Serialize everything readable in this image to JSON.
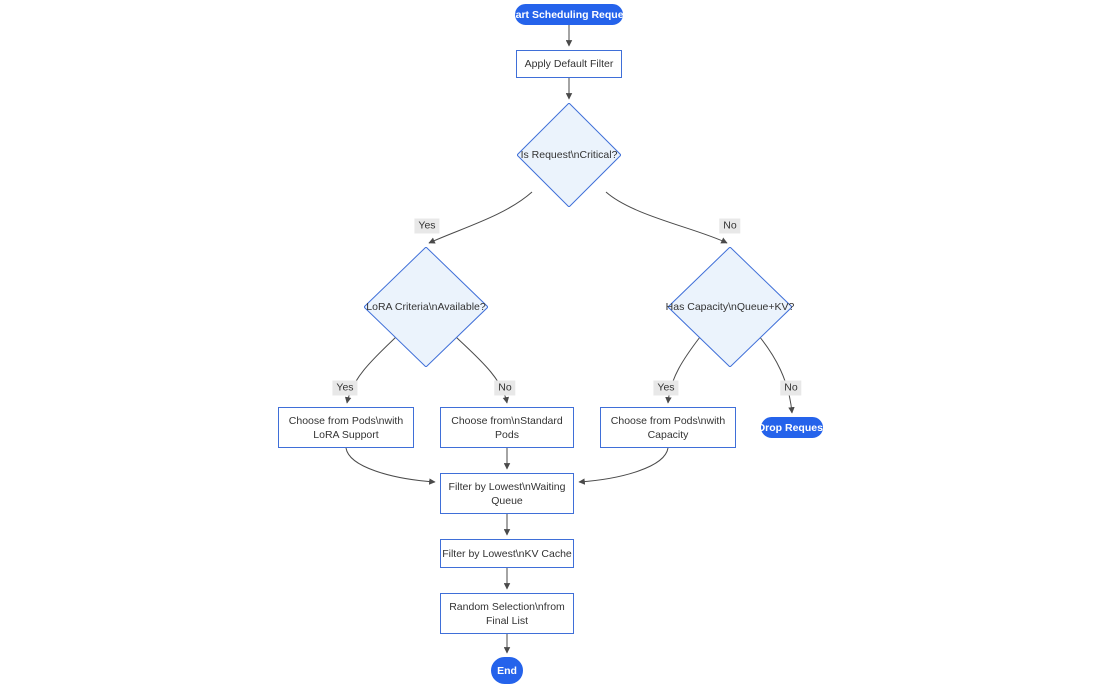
{
  "diagram": {
    "type": "flowchart",
    "direction": "top-down",
    "nodes": {
      "start": {
        "label": "Start Scheduling Request",
        "shape": "stadium"
      },
      "apply_filter": {
        "label": "Apply Default Filter",
        "shape": "rect"
      },
      "is_critical": {
        "label": "Is Request\\nCritical?",
        "shape": "diamond"
      },
      "lora_criteria": {
        "label": "LoRA Criteria\\nAvailable?",
        "shape": "diamond"
      },
      "has_capacity": {
        "label": "Has Capacity\\nQueue+KV?",
        "shape": "diamond"
      },
      "choose_lora": {
        "lines": [
          "Choose from Pods\\nwith",
          "LoRA Support"
        ],
        "shape": "rect"
      },
      "choose_standard": {
        "lines": [
          "Choose from\\nStandard",
          "Pods"
        ],
        "shape": "rect"
      },
      "choose_capacity": {
        "lines": [
          "Choose from Pods\\nwith",
          "Capacity"
        ],
        "shape": "rect"
      },
      "drop_request": {
        "label": "Drop Request",
        "shape": "stadium"
      },
      "filter_waiting": {
        "lines": [
          "Filter by Lowest\\nWaiting",
          "Queue"
        ],
        "shape": "rect"
      },
      "filter_kv": {
        "label": "Filter by Lowest\\nKV Cache",
        "shape": "rect"
      },
      "random_selection": {
        "lines": [
          "Random Selection\\nfrom",
          "Final List"
        ],
        "shape": "rect"
      },
      "end": {
        "label": "End",
        "shape": "stadium"
      }
    },
    "edge_labels": {
      "critical_yes": "Yes",
      "critical_no": "No",
      "lora_yes": "Yes",
      "lora_no": "No",
      "capacity_yes": "Yes",
      "capacity_no": "No"
    },
    "colors": {
      "accent_blue": "#2563eb",
      "node_border": "#3f6fd8",
      "diamond_fill": "#ebf3fc",
      "edge_line": "#4a4a4a",
      "edge_label_bg": "#e8e8e8",
      "text": "#333333"
    }
  }
}
